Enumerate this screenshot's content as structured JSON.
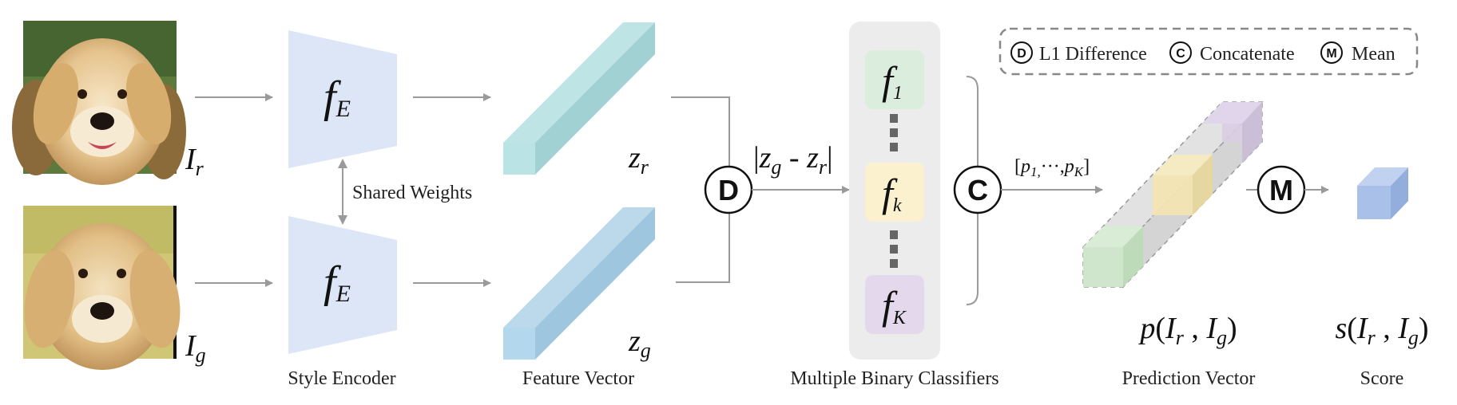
{
  "images": {
    "real": {
      "alt": "golden retriever real image",
      "symbol": "I",
      "sub": "r"
    },
    "generated": {
      "alt": "golden retriever generated image",
      "symbol": "I",
      "sub": "g"
    }
  },
  "encoder": {
    "symbol": "f",
    "sub": "E",
    "shared_label": "Shared Weights",
    "caption": "Style Encoder"
  },
  "features": {
    "top": {
      "symbol": "z",
      "sub": "r"
    },
    "bottom": {
      "symbol": "z",
      "sub": "g"
    },
    "caption": "Feature Vector"
  },
  "difference": {
    "op": "D",
    "left_bar": "|",
    "a_symbol": "z",
    "a_sub": "g",
    "minus": " - ",
    "b_symbol": "z",
    "b_sub": "r",
    "right_bar": "|"
  },
  "classifiers": {
    "items": [
      {
        "symbol": "f",
        "sub": "1",
        "color": "#dbeedd"
      },
      {
        "symbol": "f",
        "sub": "k",
        "color": "#fbf1cf"
      },
      {
        "symbol": "f",
        "sub": "K",
        "color": "#e4d9ec"
      }
    ],
    "panel_color": "#ececec",
    "caption": "Multiple Binary Classifiers"
  },
  "concat": {
    "op": "C",
    "open": "[",
    "p1_symbol": "p",
    "p1_sub": "1,",
    "dots": "···,",
    "pk_symbol": "p",
    "pk_sub": "K",
    "close": "]"
  },
  "legend": {
    "items": [
      {
        "op": "D",
        "label": "L1 Difference"
      },
      {
        "op": "C",
        "label": "Concatenate"
      },
      {
        "op": "M",
        "label": "Mean"
      }
    ]
  },
  "prediction": {
    "formula": {
      "p": "p",
      "open": "(",
      "i1": "I",
      "i1_sub": "r",
      "comma": " , ",
      "i2": "I",
      "i2_sub": "g",
      "close": ")"
    },
    "caption": "Prediction Vector"
  },
  "mean": {
    "op": "M"
  },
  "score": {
    "formula": {
      "s": "s",
      "open": "(",
      "i1": "I",
      "i1_sub": "r",
      "comma": " , ",
      "i2": "I",
      "i2_sub": "g",
      "close": ")"
    },
    "caption": "Score"
  },
  "colors": {
    "arrow": "#9a9a9a",
    "encoder_fill": "#dce6f7",
    "feature_top": "#a9d8da",
    "feature_bottom": "#a9cfe6",
    "score_cube": "#a5bde6"
  }
}
